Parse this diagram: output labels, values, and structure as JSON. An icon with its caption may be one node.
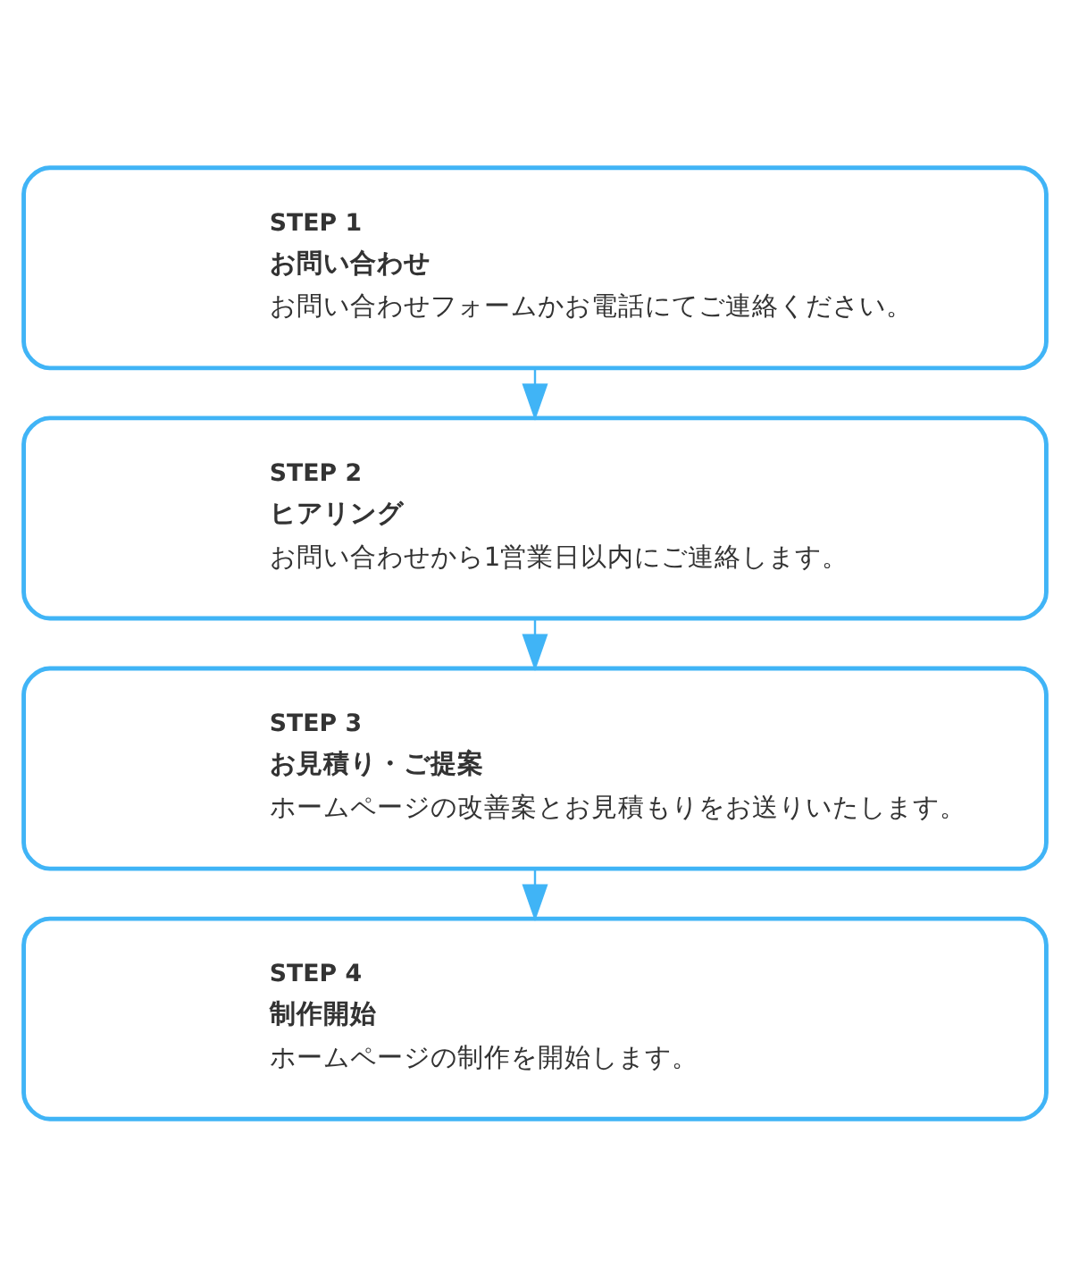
{
  "diagram": {
    "nodes": [
      {
        "text": [
          "STEP 1",
          "お問い合わせ",
          "お問い合わせフォームかお電話にてご連絡ください。"
        ]
      },
      {
        "text": [
          "STEP 2",
          "ヒアリング",
          "お問い合わせから1営業日以内にご連絡します。"
        ]
      },
      {
        "text": [
          "STEP 3",
          "お見積り・ご提案",
          "ホームページの改善案とお見積もりをお送りいたします。"
        ]
      },
      {
        "text": [
          "STEP 4",
          "制作開始",
          "ホームページの制作を開始します。"
        ]
      }
    ],
    "edges": [
      {
        "from": 0,
        "to": 1,
        "arrow": "to"
      },
      {
        "from": 1,
        "to": 2,
        "arrow": "to"
      },
      {
        "from": 2,
        "to": 3,
        "arrow": "to"
      }
    ]
  }
}
